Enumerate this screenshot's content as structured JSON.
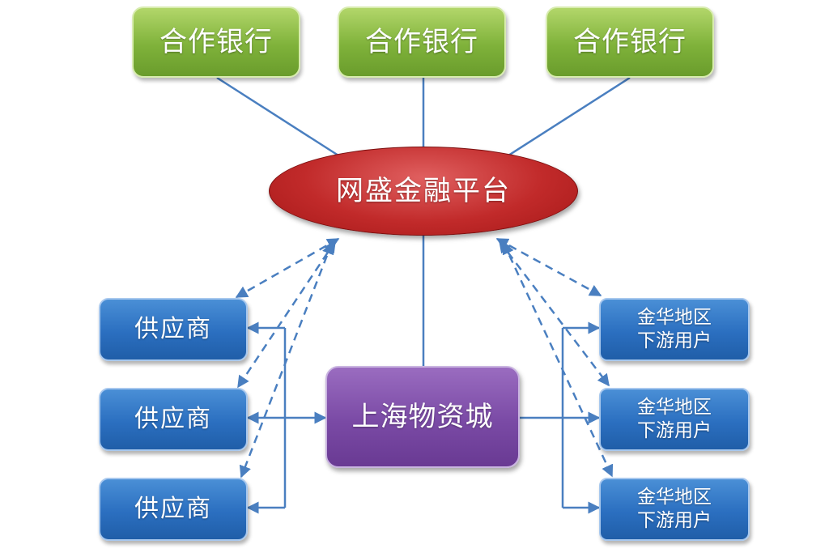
{
  "banks": [
    {
      "label": "合作银行"
    },
    {
      "label": "合作银行"
    },
    {
      "label": "合作银行"
    }
  ],
  "platform": {
    "label": "网盛金融平台"
  },
  "marketplace": {
    "label": "上海物资城"
  },
  "suppliers": [
    {
      "label": "供应商"
    },
    {
      "label": "供应商"
    },
    {
      "label": "供应商"
    }
  ],
  "customers": [
    {
      "line1": "金华地区",
      "line2": "下游用户"
    },
    {
      "line1": "金华地区",
      "line2": "下游用户"
    },
    {
      "line1": "金华地区",
      "line2": "下游用户"
    }
  ],
  "colors": {
    "bank": "#7fb23a",
    "platform": "#c12a2a",
    "marketplace": "#7a4aa5",
    "participant": "#2b6fc0",
    "connector": "#4a7fc0"
  }
}
